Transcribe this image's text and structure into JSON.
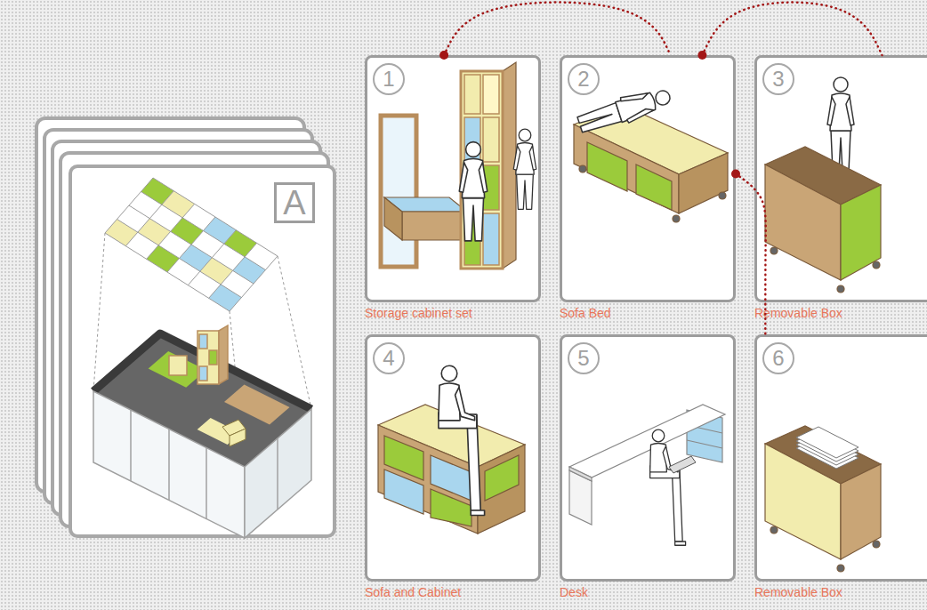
{
  "diagram": {
    "nodes": [
      {
        "text": [
          "A"
        ]
      },
      {
        "text": [
          "1",
          "Storage cabinet set"
        ]
      },
      {
        "text": [
          "2",
          "Sofa Bed"
        ]
      },
      {
        "text": [
          "3",
          "Removable Box"
        ]
      },
      {
        "text": [
          "4",
          "Sofa and Cabinet"
        ]
      },
      {
        "text": [
          "5",
          "Desk"
        ]
      },
      {
        "text": [
          "6",
          "Removable Box"
        ]
      }
    ],
    "edges": [
      {
        "from": 1,
        "to": 2,
        "arrow": "none"
      },
      {
        "from": 2,
        "to": 3,
        "arrow": "none"
      },
      {
        "from": 2,
        "to": 6,
        "arrow": "none"
      }
    ]
  }
}
